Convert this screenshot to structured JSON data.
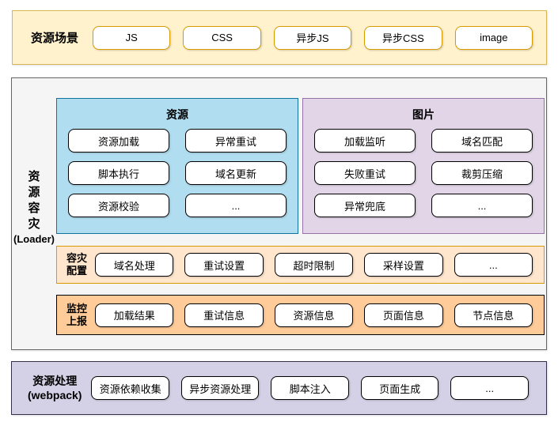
{
  "colors": {
    "scenes_fill": "#FFF2CC",
    "scenes_stroke": "#D6B656",
    "scene_chip_stroke": "#D79B00",
    "panel_fill": "#F5F5F5",
    "panel_stroke": "#666666",
    "resource_group_fill": "#B1DDF0",
    "resource_group_stroke": "#10739E",
    "image_group_fill": "#E1D5E7",
    "image_group_stroke": "#9673A6",
    "config_fill": "#FFE6CC",
    "config_stroke": "#D79B00",
    "report_fill": "#FFCC99",
    "report_stroke": "#000000",
    "webpack_fill": "#D4D1E6",
    "webpack_stroke": "#32324E",
    "chip_fill": "#FFFFFF",
    "chip_stroke": "#000000"
  },
  "scenes": {
    "label": "资源场景",
    "items": [
      "JS",
      "CSS",
      "异步JS",
      "异步CSS",
      "image"
    ]
  },
  "loader": {
    "label_chars": [
      "资",
      "源",
      "容",
      "灾"
    ],
    "label_sub": "(Loader)",
    "resource_group": {
      "title": "资源",
      "items": [
        "资源加载",
        "异常重试",
        "脚本执行",
        "域名更新",
        "资源校验",
        "..."
      ]
    },
    "image_group": {
      "title": "图片",
      "items": [
        "加载监听",
        "域名匹配",
        "失败重试",
        "裁剪压缩",
        "异常兜底",
        "..."
      ]
    },
    "config_row": {
      "label_line1": "容灾",
      "label_line2": "配置",
      "items": [
        "域名处理",
        "重试设置",
        "超时限制",
        "采样设置",
        "..."
      ]
    },
    "report_row": {
      "label_line1": "监控",
      "label_line2": "上报",
      "items": [
        "加载结果",
        "重试信息",
        "资源信息",
        "页面信息",
        "节点信息"
      ]
    }
  },
  "webpack": {
    "label_line1": "资源处理",
    "label_line2": "(webpack)",
    "items": [
      "资源依赖收集",
      "异步资源处理",
      "脚本注入",
      "页面生成",
      "..."
    ]
  }
}
